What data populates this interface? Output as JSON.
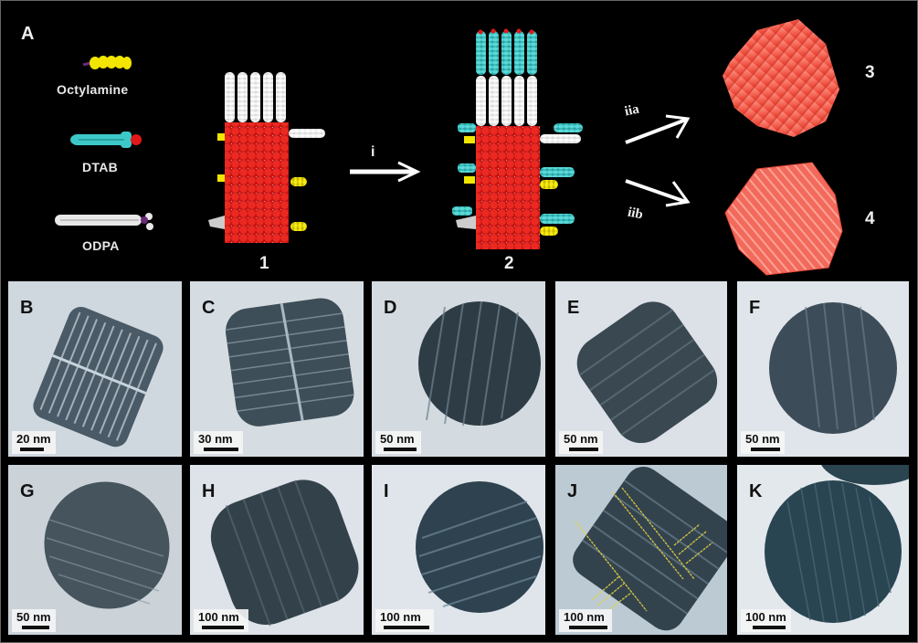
{
  "figure": {
    "panel_a": {
      "letter": "A",
      "molecules": [
        {
          "name": "Octylamine",
          "color": "#f2e600"
        },
        {
          "name": "DTAB",
          "color": "#3cc8c8"
        },
        {
          "name": "ODPA",
          "color": "#e6e6e6"
        }
      ],
      "structures": [
        {
          "number": "1",
          "description": "nanorod capped with ODPA and octylamine"
        },
        {
          "number": "2",
          "description": "nanorod with DTAB bilayer"
        },
        {
          "number": "3",
          "description": "superlattice model (iia)"
        },
        {
          "number": "4",
          "description": "superlattice model (iib)"
        }
      ],
      "arrows": [
        {
          "label": "i"
        },
        {
          "label": "iia"
        },
        {
          "label": "iib"
        }
      ],
      "colors": {
        "core": "#e8201c",
        "model": "#f26a5c",
        "background": "#000000"
      }
    },
    "tem_panels": [
      {
        "letter": "B",
        "scale_bar": "20 nm"
      },
      {
        "letter": "C",
        "scale_bar": "30 nm"
      },
      {
        "letter": "D",
        "scale_bar": "50 nm"
      },
      {
        "letter": "E",
        "scale_bar": "50 nm"
      },
      {
        "letter": "F",
        "scale_bar": "50 nm"
      },
      {
        "letter": "G",
        "scale_bar": "50 nm"
      },
      {
        "letter": "H",
        "scale_bar": "100 nm"
      },
      {
        "letter": "I",
        "scale_bar": "100 nm"
      },
      {
        "letter": "J",
        "scale_bar": "100 nm"
      },
      {
        "letter": "K",
        "scale_bar": "100 nm"
      }
    ]
  }
}
